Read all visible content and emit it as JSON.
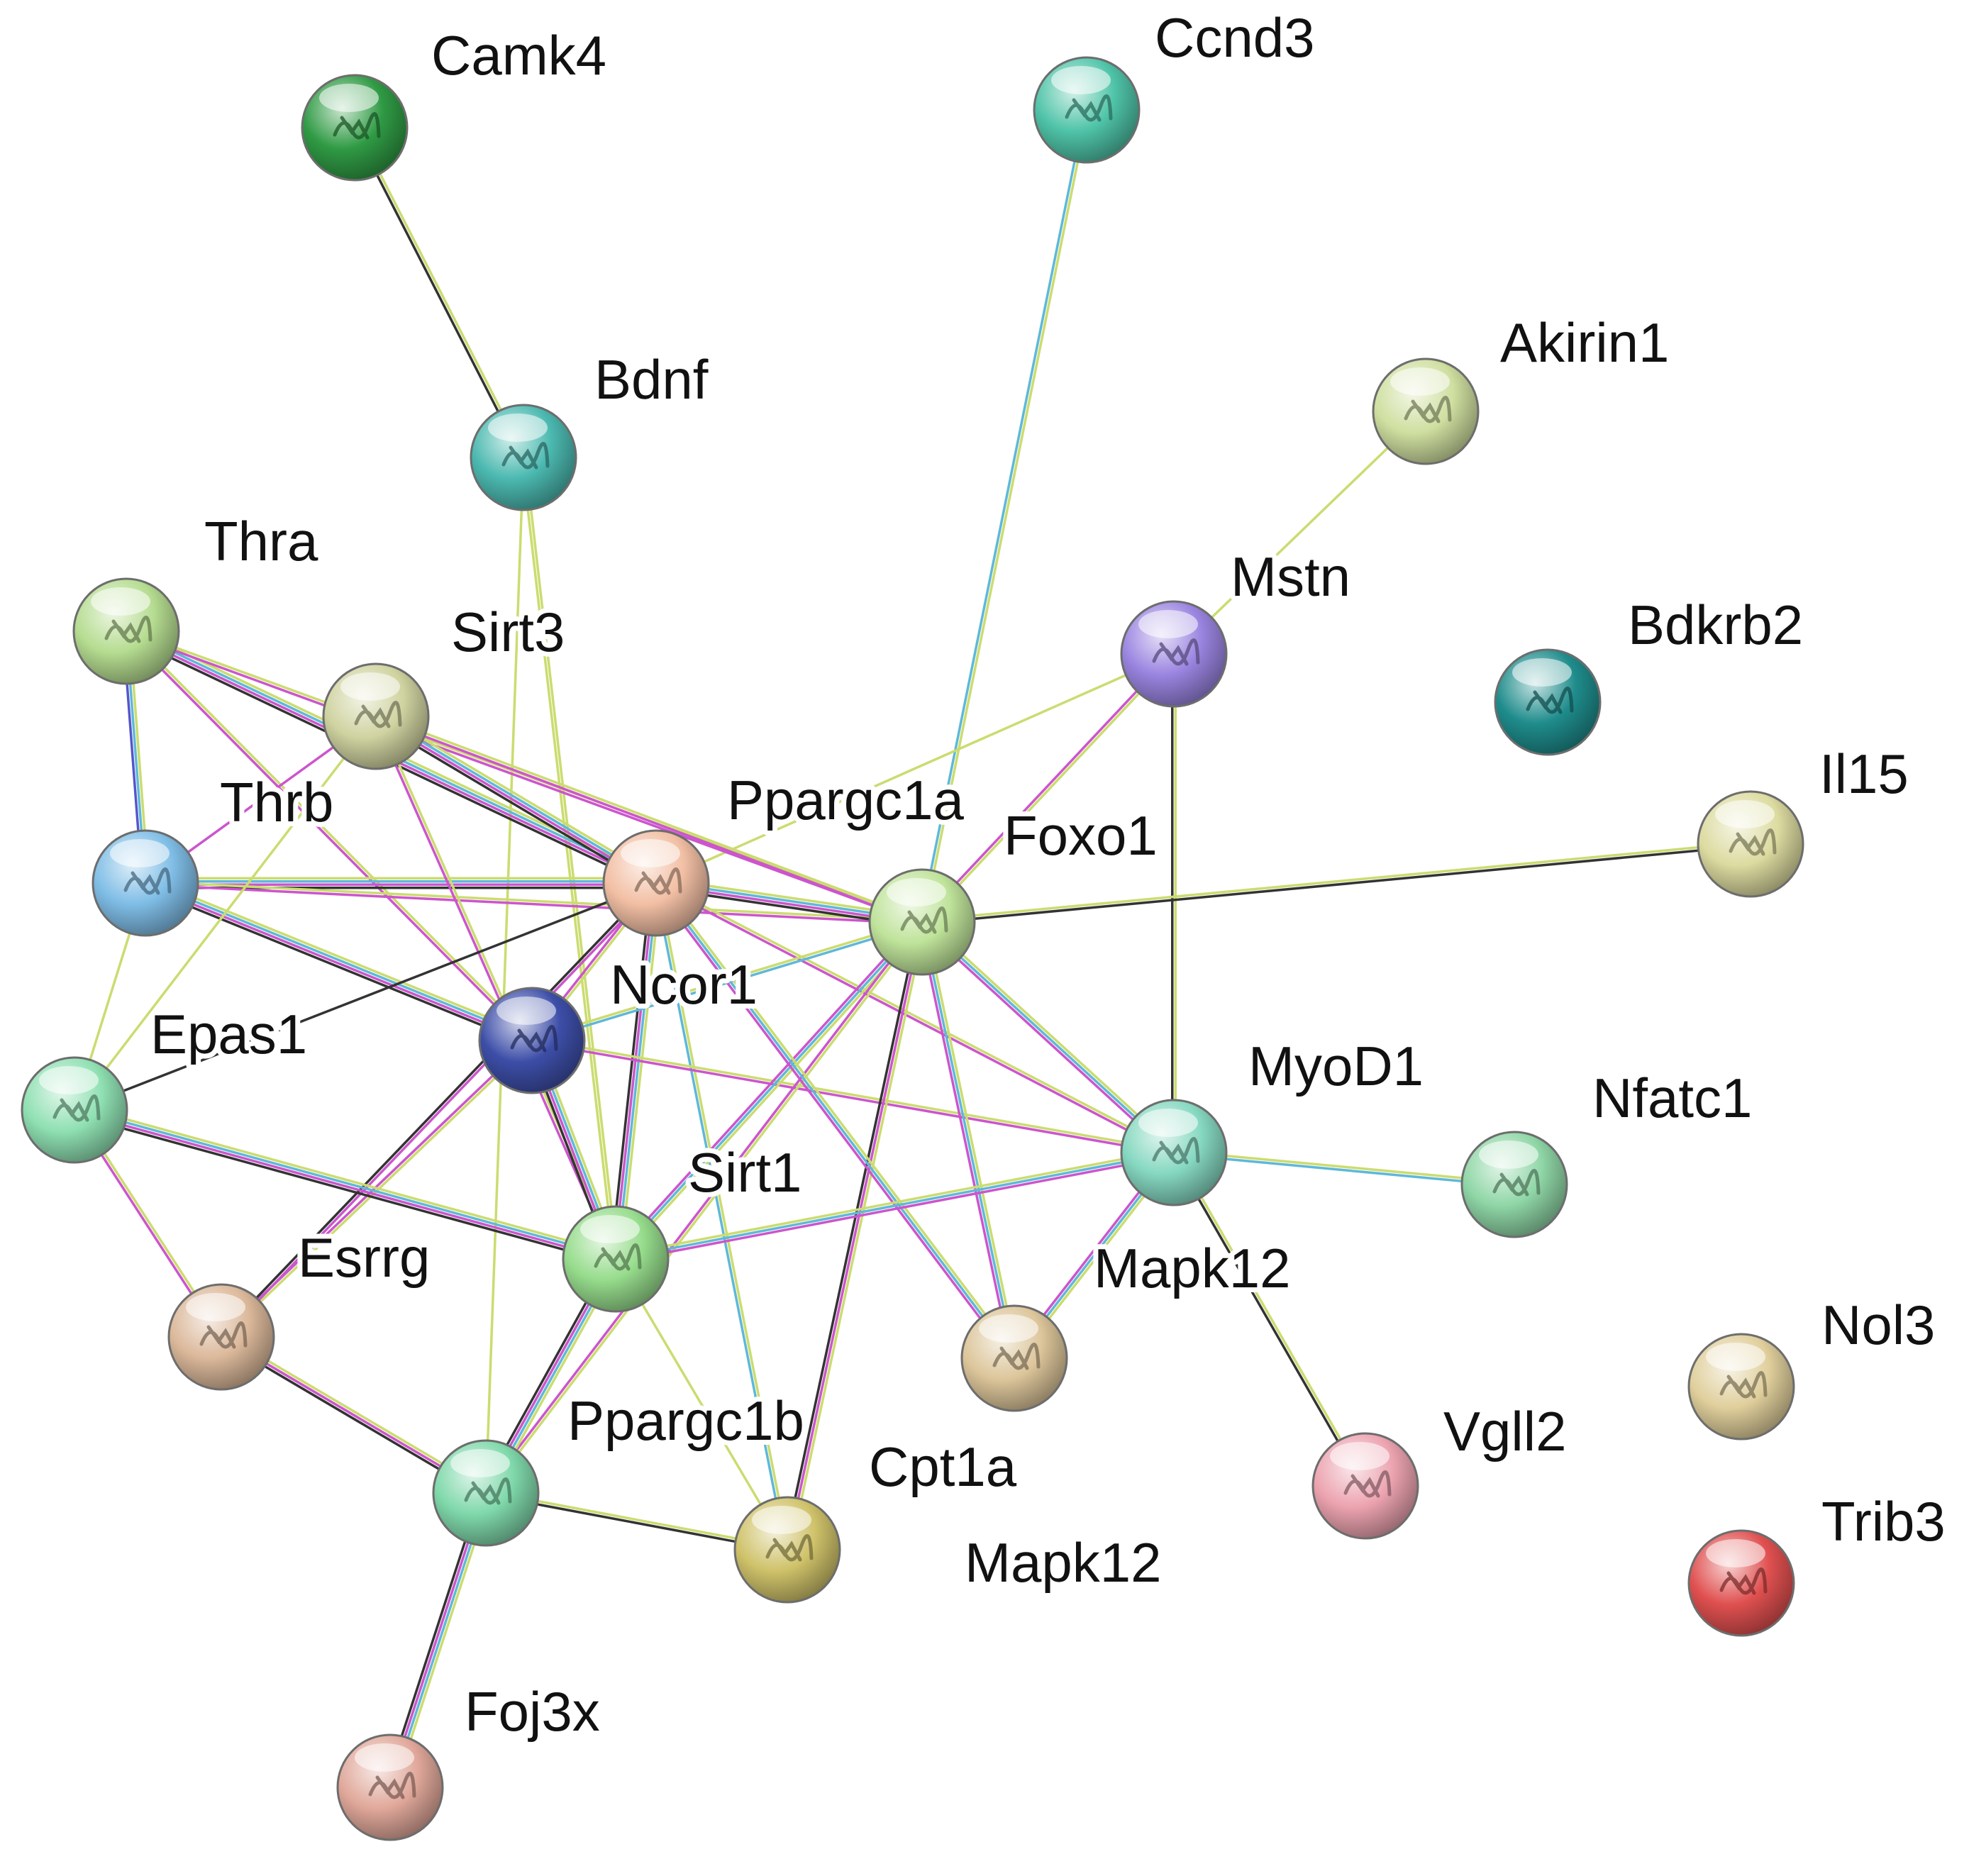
{
  "diagram": {
    "type": "protein-protein interaction network",
    "nodes": [
      {
        "id": "Camk4",
        "label": "Camk4",
        "color": "#2f9a44",
        "icon": "protein-structure"
      },
      {
        "id": "Ccnd3",
        "label": "Ccnd3",
        "color": "#4fc4a8",
        "icon": "protein-structure"
      },
      {
        "id": "Bdnf",
        "label": "Bdnf",
        "color": "#4bb9b0",
        "icon": "protein-structure"
      },
      {
        "id": "Akirin1",
        "label": "Akirin1",
        "color": "#cfdfa0",
        "icon": "protein-structure"
      },
      {
        "id": "Thra",
        "label": "Thra",
        "color": "#b5dc90",
        "icon": "protein-structure"
      },
      {
        "id": "Sirt3",
        "label": "Sirt3",
        "color": "#cfd3a0",
        "icon": "protein-structure"
      },
      {
        "id": "Mstn",
        "label": "Mstn",
        "color": "#9a84e0",
        "icon": "protein-structure"
      },
      {
        "id": "Bdkrb2",
        "label": "Bdkrb2",
        "color": "#1f8c8c",
        "icon": "protein-structure"
      },
      {
        "id": "Thrb",
        "label": "Thrb",
        "color": "#7fbde6",
        "icon": "protein-structure"
      },
      {
        "id": "Ppargc1a",
        "label": "Ppargc1a",
        "color": "#f2bfa4",
        "icon": "protein-structure"
      },
      {
        "id": "Foxo1",
        "label": "Foxo1",
        "color": "#bfe39a",
        "icon": "protein-structure"
      },
      {
        "id": "Il15",
        "label": "Il15",
        "color": "#dcdba0",
        "icon": "protein-structure"
      },
      {
        "id": "Ncor1",
        "label": "Ncor1",
        "color": "#3d4ea8",
        "icon": "protein-structure"
      },
      {
        "id": "Epas1",
        "label": "Epas1",
        "color": "#8fe0b2",
        "icon": "protein-structure"
      },
      {
        "id": "MyoD1",
        "label": "MyoD1",
        "color": "#86d8c0",
        "icon": "protein-structure"
      },
      {
        "id": "Nfatc1",
        "label": "Nfatc1",
        "color": "#8fd6a6",
        "icon": "protein-structure"
      },
      {
        "id": "Sirt1",
        "label": "Sirt1",
        "color": "#96dc8c",
        "icon": "protein-structure"
      },
      {
        "id": "Esrrg",
        "label": "Esrrg",
        "color": "#dbb89a",
        "icon": "protein-structure"
      },
      {
        "id": "Mapk12",
        "label": "Mapk12",
        "color": "#dcc59a",
        "icon": "protein-structure"
      },
      {
        "id": "Nol3",
        "label": "Nol3",
        "color": "#e0cf9c",
        "icon": "protein-structure"
      },
      {
        "id": "Ppargc1b",
        "label": "Ppargc1b",
        "color": "#7fd8aa",
        "icon": "protein-structure"
      },
      {
        "id": "Cpt1a",
        "label": "Cpt1a",
        "color": "#cfc26a",
        "icon": "protein-structure"
      },
      {
        "id": "Vgll2",
        "label": "Vgll2",
        "color": "#eca3b0",
        "icon": "protein-structure"
      },
      {
        "id": "Trib3",
        "label": "Trib3",
        "color": "#e05050",
        "icon": "protein-structure"
      },
      {
        "id": "Foj3x",
        "label": "Foj3x",
        "color": "#e0a89a",
        "icon": "protein-structure"
      }
    ],
    "extra_labels": [
      "Mapk12"
    ],
    "edges": [
      {
        "source": "Camk4",
        "target": "Bdnf",
        "evidence": [
          "#cbdc70",
          "#333333"
        ]
      },
      {
        "source": "Bdnf",
        "target": "Sirt1",
        "evidence": [
          "#cbdc70",
          "#cbdc70"
        ]
      },
      {
        "source": "Bdnf",
        "target": "Ppargc1b",
        "evidence": [
          "#cbdc70"
        ]
      },
      {
        "source": "Ccnd3",
        "target": "Foxo1",
        "evidence": [
          "#cbdc70",
          "#5fb8d8"
        ]
      },
      {
        "source": "Akirin1",
        "target": "Mstn",
        "evidence": [
          "#cbdc70"
        ]
      },
      {
        "source": "Mstn",
        "target": "Foxo1",
        "evidence": [
          "#cbdc70",
          "#cc55cc"
        ]
      },
      {
        "source": "Mstn",
        "target": "Ppargc1a",
        "evidence": [
          "#cbdc70"
        ]
      },
      {
        "source": "Mstn",
        "target": "MyoD1",
        "evidence": [
          "#cbdc70",
          "#333333"
        ]
      },
      {
        "source": "Foxo1",
        "target": "Il15",
        "evidence": [
          "#cbdc70",
          "#333333"
        ]
      },
      {
        "source": "Thra",
        "target": "Thrb",
        "evidence": [
          "#cbdc70",
          "#5fb8d8",
          "#5555cc"
        ]
      },
      {
        "source": "Thra",
        "target": "Ppargc1a",
        "evidence": [
          "#cbdc70",
          "#5fb8d8",
          "#cc55cc",
          "#333333"
        ]
      },
      {
        "source": "Thra",
        "target": "Ncor1",
        "evidence": [
          "#cbdc70",
          "#cc55cc"
        ]
      },
      {
        "source": "Thra",
        "target": "Foxo1",
        "evidence": [
          "#cbdc70",
          "#cc55cc"
        ]
      },
      {
        "source": "Thrb",
        "target": "Ppargc1a",
        "evidence": [
          "#cbdc70",
          "#5fb8d8",
          "#cc55cc",
          "#333333"
        ]
      },
      {
        "source": "Thrb",
        "target": "Ncor1",
        "evidence": [
          "#cbdc70",
          "#5fb8d8",
          "#cc55cc",
          "#333333"
        ]
      },
      {
        "source": "Thrb",
        "target": "Foxo1",
        "evidence": [
          "#cbdc70",
          "#cc55cc"
        ]
      },
      {
        "source": "Thrb",
        "target": "Epas1",
        "evidence": [
          "#cbdc70"
        ]
      },
      {
        "source": "Thrb",
        "target": "Sirt3",
        "evidence": [
          "#cc55cc"
        ]
      },
      {
        "source": "Sirt3",
        "target": "Ppargc1a",
        "evidence": [
          "#cbdc70",
          "#5fb8d8",
          "#cc55cc",
          "#333333"
        ]
      },
      {
        "source": "Sirt3",
        "target": "Foxo1",
        "evidence": [
          "#cbdc70",
          "#cc55cc"
        ]
      },
      {
        "source": "Sirt3",
        "target": "Sirt1",
        "evidence": [
          "#cbdc70",
          "#cc55cc"
        ]
      },
      {
        "source": "Sirt3",
        "target": "Epas1",
        "evidence": [
          "#cbdc70"
        ]
      },
      {
        "source": "Ppargc1a",
        "target": "Foxo1",
        "evidence": [
          "#cbdc70",
          "#5fb8d8",
          "#cc55cc",
          "#333333"
        ]
      },
      {
        "source": "Ppargc1a",
        "target": "Sirt1",
        "evidence": [
          "#cbdc70",
          "#5fb8d8",
          "#cc55cc",
          "#333333"
        ]
      },
      {
        "source": "Ppargc1a",
        "target": "Epas1",
        "evidence": [
          "#333333"
        ]
      },
      {
        "source": "Ppargc1a",
        "target": "Cpt1a",
        "evidence": [
          "#cbdc70",
          "#5fb8d8"
        ]
      },
      {
        "source": "Ppargc1a",
        "target": "MyoD1",
        "evidence": [
          "#cbdc70",
          "#cc55cc"
        ]
      },
      {
        "source": "Ppargc1a",
        "target": "Esrrg",
        "evidence": [
          "#cc55cc",
          "#333333"
        ]
      },
      {
        "source": "Ppargc1a",
        "target": "Ncor1",
        "evidence": [
          "#cbdc70",
          "#cc55cc"
        ]
      },
      {
        "source": "Ncor1",
        "target": "Foxo1",
        "evidence": [
          "#cbdc70",
          "#5fb8d8"
        ]
      },
      {
        "source": "Ncor1",
        "target": "Sirt1",
        "evidence": [
          "#cbdc70",
          "#5fb8d8",
          "#cc55cc",
          "#333333"
        ]
      },
      {
        "source": "Ncor1",
        "target": "MyoD1",
        "evidence": [
          "#cbdc70",
          "#cc55cc"
        ]
      },
      {
        "source": "Ncor1",
        "target": "Esrrg",
        "evidence": [
          "#cbdc70",
          "#cc55cc"
        ]
      },
      {
        "source": "Foxo1",
        "target": "Sirt1",
        "evidence": [
          "#cbdc70",
          "#5fb8d8",
          "#cc55cc"
        ]
      },
      {
        "source": "Foxo1",
        "target": "MyoD1",
        "evidence": [
          "#cbdc70",
          "#5fb8d8",
          "#cc55cc"
        ]
      },
      {
        "source": "Foxo1",
        "target": "Mapk12",
        "evidence": [
          "#cbdc70",
          "#5fb8d8",
          "#cc55cc"
        ]
      },
      {
        "source": "Foxo1",
        "target": "Ppargc1b",
        "evidence": [
          "#cbdc70",
          "#cc55cc"
        ]
      },
      {
        "source": "Foxo1",
        "target": "Cpt1a",
        "evidence": [
          "#cbdc70",
          "#cc55cc",
          "#333333"
        ]
      },
      {
        "source": "Ppargc1a",
        "target": "Mapk12",
        "evidence": [
          "#cbdc70",
          "#5fb8d8",
          "#cc55cc"
        ]
      },
      {
        "source": "Epas1",
        "target": "Sirt1",
        "evidence": [
          "#cbdc70",
          "#5fb8d8",
          "#cc55cc",
          "#333333"
        ]
      },
      {
        "source": "Epas1",
        "target": "Esrrg",
        "evidence": [
          "#cbdc70",
          "#cc55cc"
        ]
      },
      {
        "source": "Sirt1",
        "target": "MyoD1",
        "evidence": [
          "#cbdc70",
          "#5fb8d8",
          "#cc55cc"
        ]
      },
      {
        "source": "Sirt1",
        "target": "Ppargc1b",
        "evidence": [
          "#cbdc70",
          "#5fb8d8",
          "#cc55cc",
          "#333333"
        ]
      },
      {
        "source": "Sirt1",
        "target": "Cpt1a",
        "evidence": [
          "#cbdc70"
        ]
      },
      {
        "source": "Esrrg",
        "target": "Ppargc1b",
        "evidence": [
          "#cbdc70",
          "#cc55cc",
          "#333333"
        ]
      },
      {
        "source": "MyoD1",
        "target": "Nfatc1",
        "evidence": [
          "#cbdc70",
          "#5fb8d8"
        ]
      },
      {
        "source": "MyoD1",
        "target": "Mapk12",
        "evidence": [
          "#cbdc70",
          "#5fb8d8",
          "#cc55cc"
        ]
      },
      {
        "source": "MyoD1",
        "target": "Vgll2",
        "evidence": [
          "#cbdc70",
          "#333333"
        ]
      },
      {
        "source": "Ppargc1b",
        "target": "Cpt1a",
        "evidence": [
          "#cbdc70",
          "#333333"
        ]
      },
      {
        "source": "Ppargc1b",
        "target": "Foj3x",
        "evidence": [
          "#cbdc70",
          "#5fb8d8",
          "#cc55cc",
          "#333333"
        ]
      }
    ]
  }
}
